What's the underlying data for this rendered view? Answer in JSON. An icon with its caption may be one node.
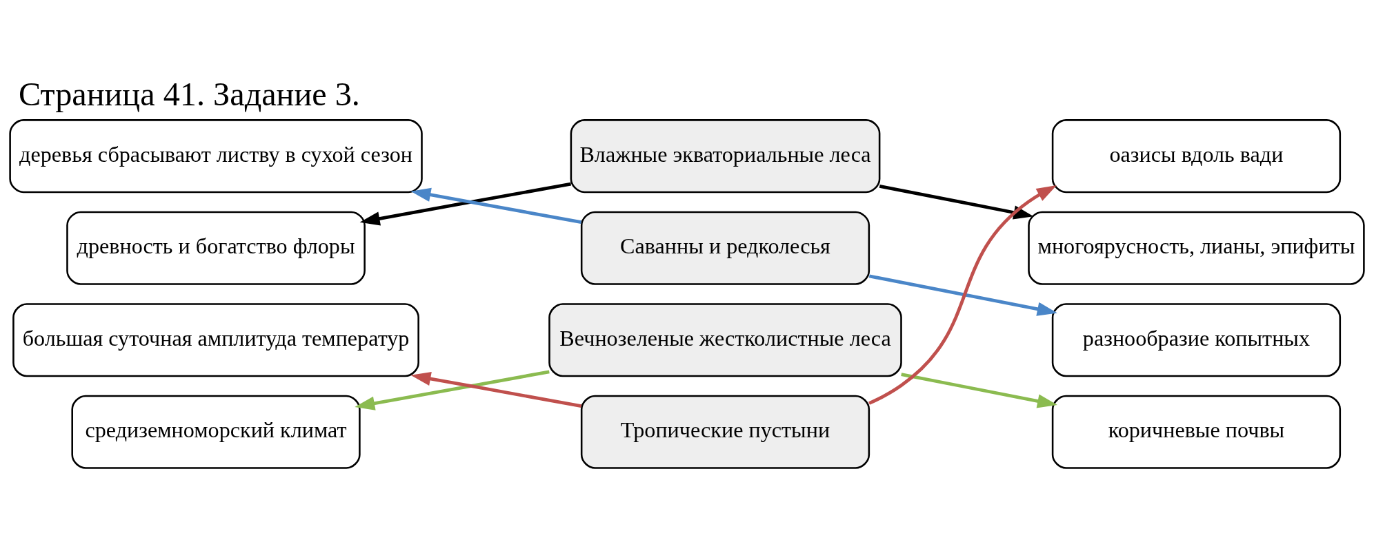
{
  "diagram": {
    "title": "Страница 41. Задание 3.",
    "nodes": [
      {
        "text": [
          "деревья сбрасывают листву в сухой сезон"
        ]
      },
      {
        "text": [
          "большая суточная амплитуда температур"
        ]
      },
      {
        "text": [
          "древность и богатство флоры"
        ]
      },
      {
        "text": [
          "средиземноморский климат"
        ]
      },
      {
        "text": [
          "Влажные экваториальные леса"
        ]
      },
      {
        "text": [
          "Вечнозеленые жестколистные леса"
        ]
      },
      {
        "text": [
          "Саванны и редколесья"
        ]
      },
      {
        "text": [
          "Тропические пустыни"
        ]
      },
      {
        "text": [
          "оазисы вдоль вади"
        ]
      },
      {
        "text": [
          "разнообразие копытных"
        ]
      },
      {
        "text": [
          "многоярусность, лианы, эпифиты"
        ]
      },
      {
        "text": [
          "коричневые почвы"
        ]
      }
    ],
    "edges": [
      {
        "from": 4,
        "to": 2,
        "arrow": "to",
        "color": "#000000"
      },
      {
        "from": 4,
        "to": 10,
        "arrow": "to",
        "color": "#000000"
      },
      {
        "from": 6,
        "to": 0,
        "arrow": "to",
        "color": "#4a86c8"
      },
      {
        "from": 6,
        "to": 9,
        "arrow": "to",
        "color": "#4a86c8"
      },
      {
        "from": 5,
        "to": 3,
        "arrow": "to",
        "color": "#8bbb50"
      },
      {
        "from": 5,
        "to": 11,
        "arrow": "to",
        "color": "#8bbb50"
      },
      {
        "from": 7,
        "to": 1,
        "arrow": "to",
        "color": "#c0504d"
      },
      {
        "from": 7,
        "to": 8,
        "arrow": "to",
        "color": "#c0504d"
      }
    ]
  }
}
